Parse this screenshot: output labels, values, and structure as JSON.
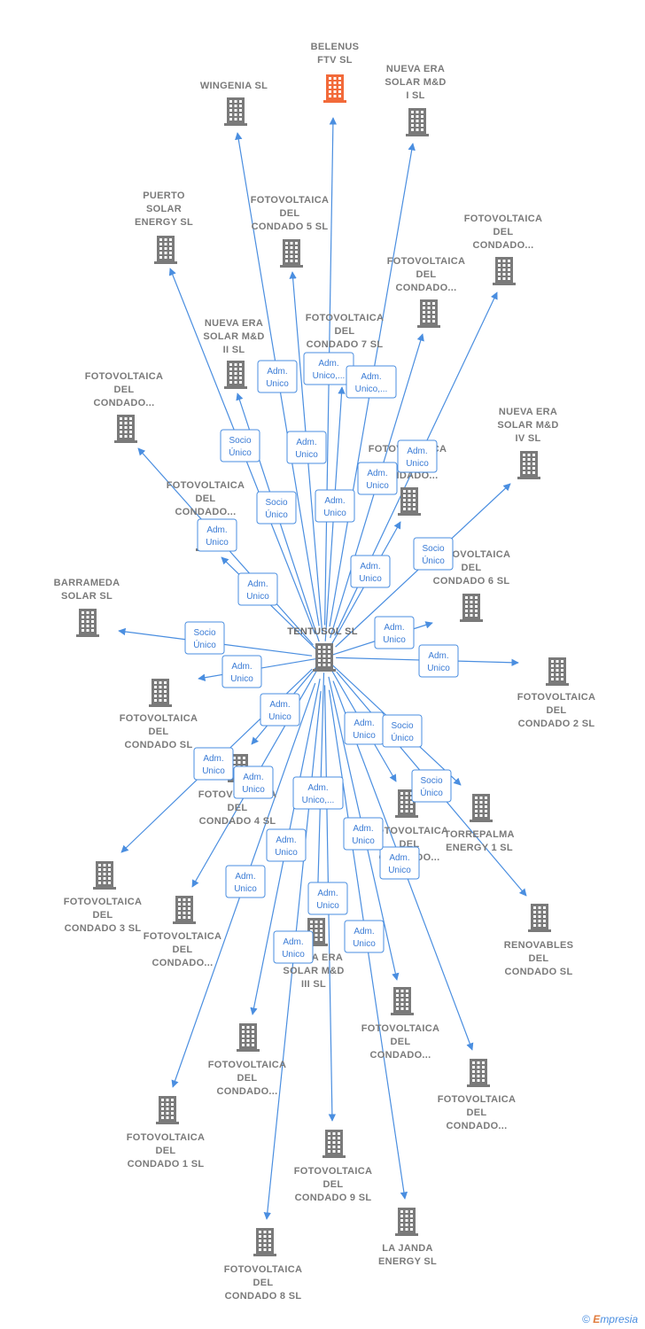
{
  "colors": {
    "edge": "#4a8ee0",
    "building": "#7a7a7a",
    "highlight_building": "#f26a3a"
  },
  "center_label": "TENTUSOL SL",
  "nodes": [
    {
      "id": "belenus",
      "label": [
        "BELENUS",
        "FTV  SL"
      ],
      "highlight": true
    },
    {
      "id": "wingenia",
      "label": [
        "WINGENIA SL"
      ]
    },
    {
      "id": "nuevaera1",
      "label": [
        "NUEVA ERA",
        "SOLAR M&D",
        "I  SL"
      ]
    },
    {
      "id": "puerto",
      "label": [
        "PUERTO",
        "SOLAR",
        "ENERGY  SL"
      ]
    },
    {
      "id": "fc5",
      "label": [
        "FOTOVOLTAICA",
        "DEL",
        "CONDADO 5 SL"
      ]
    },
    {
      "id": "fcTR",
      "label": [
        "FOTOVOLTAICA",
        "DEL",
        "CONDADO..."
      ]
    },
    {
      "id": "fcTR2",
      "label": [
        "FOTOVOLTAICA",
        "DEL",
        "CONDADO..."
      ]
    },
    {
      "id": "nuevaera2",
      "label": [
        "NUEVA ERA",
        "SOLAR M&D",
        "II  SL"
      ]
    },
    {
      "id": "fc7",
      "label": [
        "FOTOVOLTAICA",
        "DEL",
        "CONDADO 7 SL"
      ]
    },
    {
      "id": "fcL",
      "label": [
        "FOTOVOLTAICA",
        "DEL",
        "CONDADO..."
      ]
    },
    {
      "id": "nuevaera4",
      "label": [
        "NUEVA ERA",
        "SOLAR M&D",
        "IV  SL"
      ]
    },
    {
      "id": "fcMidR",
      "label": [
        "FOTOVOLTAICA",
        "DEL",
        "CONDADO..."
      ]
    },
    {
      "id": "fcMidL",
      "label": [
        "FOTOVOLTAICA",
        "DEL",
        "CONDADO..."
      ]
    },
    {
      "id": "fc6",
      "label": [
        "FOTOVOLTAICA",
        "DEL",
        "CONDADO 6 SL"
      ]
    },
    {
      "id": "barrameda",
      "label": [
        "BARRAMEDA",
        "SOLAR  SL"
      ]
    },
    {
      "id": "fc2",
      "label": [
        "FOTOVOLTAICA",
        "DEL",
        "CONDADO 2 SL"
      ]
    },
    {
      "id": "fcSL",
      "label": [
        "FOTOVOLTAICA",
        "DEL",
        "CONDADO SL"
      ]
    },
    {
      "id": "fc4",
      "label": [
        "FOTOVOLTAICA",
        "DEL",
        "CONDADO 4 SL"
      ]
    },
    {
      "id": "fcLowMid",
      "label": [
        "FOTOVOLTAICA",
        "DEL",
        "CONDADO..."
      ]
    },
    {
      "id": "torrepalma",
      "label": [
        "TORREPALMA",
        "ENERGY 1  SL"
      ]
    },
    {
      "id": "fc3",
      "label": [
        "FOTOVOLTAICA",
        "DEL",
        "CONDADO 3 SL"
      ]
    },
    {
      "id": "fcLow2",
      "label": [
        "FOTOVOLTAICA",
        "DEL",
        "CONDADO..."
      ]
    },
    {
      "id": "renovables",
      "label": [
        "RENOVABLES",
        "DEL",
        "CONDADO SL"
      ]
    },
    {
      "id": "nuevaera3",
      "label": [
        "NUEVA ERA",
        "SOLAR M&D",
        "III  SL"
      ]
    },
    {
      "id": "fcLow3",
      "label": [
        "FOTOVOLTAICA",
        "DEL",
        "CONDADO..."
      ]
    },
    {
      "id": "fcLow4",
      "label": [
        "FOTOVOLTAICA",
        "DEL",
        "CONDADO..."
      ]
    },
    {
      "id": "fcLow5",
      "label": [
        "FOTOVOLTAICA",
        "DEL",
        "CONDADO..."
      ]
    },
    {
      "id": "fc1",
      "label": [
        "FOTOVOLTAICA",
        "DEL",
        "CONDADO 1 SL"
      ]
    },
    {
      "id": "fc9",
      "label": [
        "FOTOVOLTAICA",
        "DEL",
        "CONDADO 9 SL"
      ]
    },
    {
      "id": "lajanda",
      "label": [
        "LA JANDA",
        "ENERGY  SL"
      ]
    },
    {
      "id": "fc8",
      "label": [
        "FOTOVOLTAICA",
        "DEL",
        "CONDADO 8 SL"
      ]
    }
  ],
  "edges": [
    {
      "to": "belenus",
      "role": [
        "Adm.",
        "Unico,..."
      ]
    },
    {
      "to": "wingenia",
      "role": [
        "Adm.",
        "Unico"
      ]
    },
    {
      "to": "nuevaera1",
      "role": [
        "Adm.",
        "Unico,..."
      ]
    },
    {
      "to": "puerto",
      "role": [
        "Socio",
        "Único"
      ]
    },
    {
      "to": "fc5",
      "role": [
        "Adm.",
        "Unico"
      ]
    },
    {
      "to": "fcTR",
      "role": [
        "Adm.",
        "Unico"
      ]
    },
    {
      "to": "fcTR2",
      "role": [
        "Adm.",
        "Unico"
      ]
    },
    {
      "to": "nuevaera2",
      "role": [
        "Socio",
        "Único"
      ]
    },
    {
      "to": "fc7",
      "role": [
        "Adm.",
        "Unico"
      ]
    },
    {
      "to": "fcL",
      "role": [
        "Adm.",
        "Unico"
      ]
    },
    {
      "to": "nuevaera4",
      "role": [
        "Socio",
        "Único"
      ]
    },
    {
      "to": "fcMidR",
      "role": [
        "Adm.",
        "Unico"
      ]
    },
    {
      "to": "fcMidL",
      "role": [
        "Adm.",
        "Unico"
      ]
    },
    {
      "to": "fc6",
      "role": [
        "Adm.",
        "Unico"
      ]
    },
    {
      "to": "barrameda",
      "role": [
        "Socio",
        "Único"
      ]
    },
    {
      "to": "fc2",
      "role": [
        "Adm.",
        "Unico"
      ]
    },
    {
      "to": "fcSL",
      "role": [
        "Adm.",
        "Unico"
      ]
    },
    {
      "to": "fc4",
      "role": [
        "Adm.",
        "Unico"
      ]
    },
    {
      "to": "fcLowMid",
      "role": [
        "Adm.",
        "Unico"
      ]
    },
    {
      "to": "torrepalma",
      "role": [
        "Socio",
        "Único"
      ]
    },
    {
      "to": "fc3",
      "role": [
        "Adm.",
        "Unico"
      ]
    },
    {
      "to": "fcLow2",
      "role": [
        "Adm.",
        "Unico"
      ]
    },
    {
      "to": "renovables",
      "role": [
        "Socio",
        "Único"
      ]
    },
    {
      "to": "nuevaera3",
      "role": [
        "Adm.",
        "Unico"
      ]
    },
    {
      "to": "fcLow3",
      "role": [
        "Adm.",
        "Unico,..."
      ]
    },
    {
      "to": "fcLow4",
      "role": [
        "Adm.",
        "Unico"
      ]
    },
    {
      "to": "fcLow5",
      "role": [
        "Adm.",
        "Unico"
      ]
    },
    {
      "to": "fc1",
      "role": [
        "Adm.",
        "Unico"
      ]
    },
    {
      "to": "fc9",
      "role": [
        "Adm.",
        "Unico"
      ]
    },
    {
      "to": "lajanda",
      "role": [
        "Adm.",
        "Unico"
      ]
    },
    {
      "to": "fc8",
      "role": [
        "Adm.",
        "Unico"
      ]
    }
  ],
  "footer": {
    "copyright": "©",
    "brand_initial": "E",
    "brand_rest": "mpresia"
  }
}
